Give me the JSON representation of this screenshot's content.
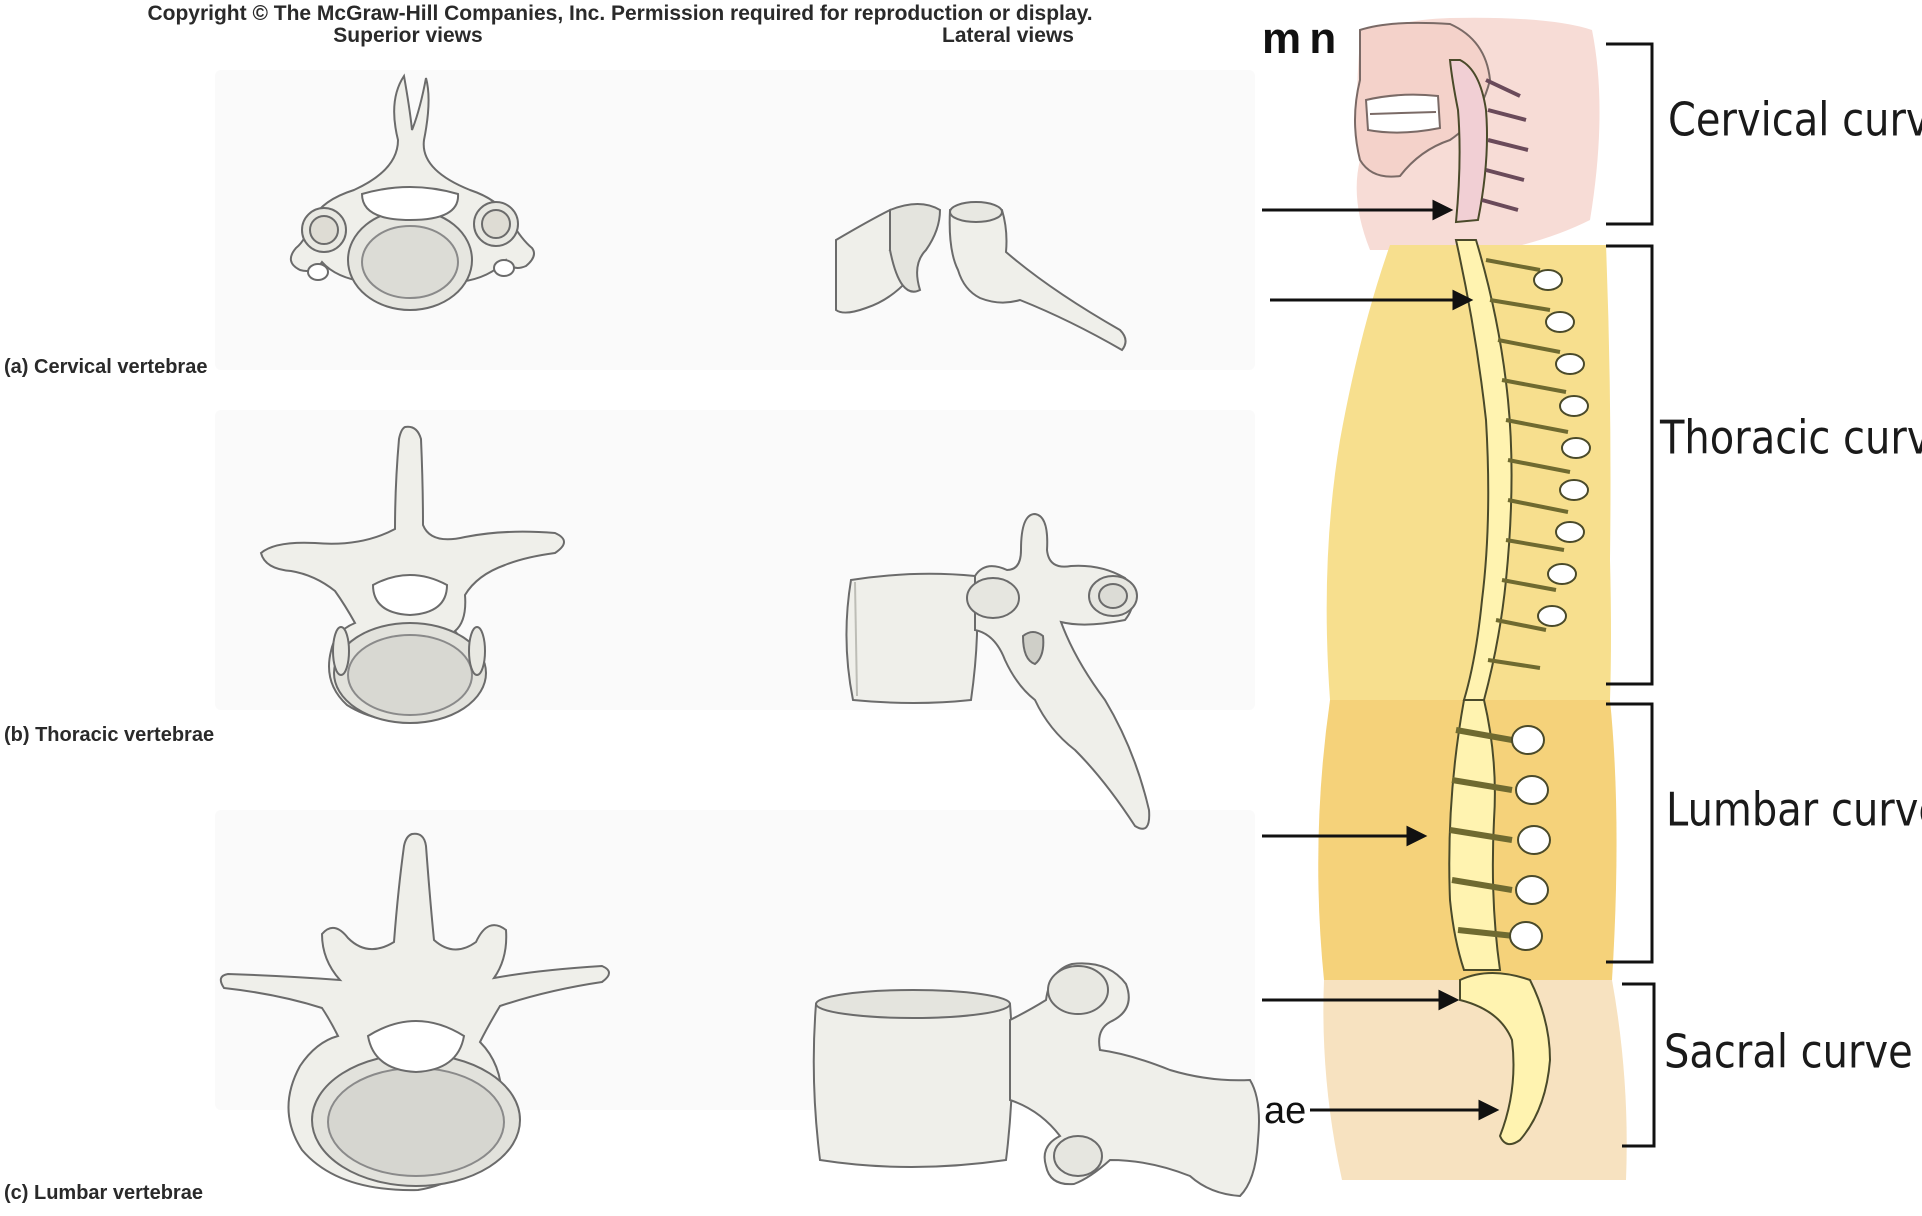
{
  "copyright": "Copyright © The McGraw-Hill Companies, Inc. Permission required for reproduction or display.",
  "headers": {
    "superior": "Superior views",
    "lateral": "Lateral views"
  },
  "rows": [
    {
      "label": "(a) Cervical vertebrae"
    },
    {
      "label": "(b) Thoracic vertebrae"
    },
    {
      "label": "(c) Lumbar vertebrae"
    }
  ],
  "spine": {
    "corner_fragment": "m n",
    "fragment_ae": "ae",
    "curves": [
      {
        "label": "Cervical curve"
      },
      {
        "label": "Thoracic curve"
      },
      {
        "label": "Lumbar curve"
      },
      {
        "label": "Sacral curve"
      }
    ],
    "colors": {
      "cervical_region": "#f7dcd6",
      "thoracic_region": "#f7df8e",
      "lumbar_region": "#f5d27a",
      "sacral_region": "#f7e2c0",
      "bone": "#f0efea",
      "bone_outline": "#6b6b6b",
      "spine_bone": "#fff3b0",
      "spine_outline": "#4a4a2a",
      "bracket": "#111111"
    }
  }
}
